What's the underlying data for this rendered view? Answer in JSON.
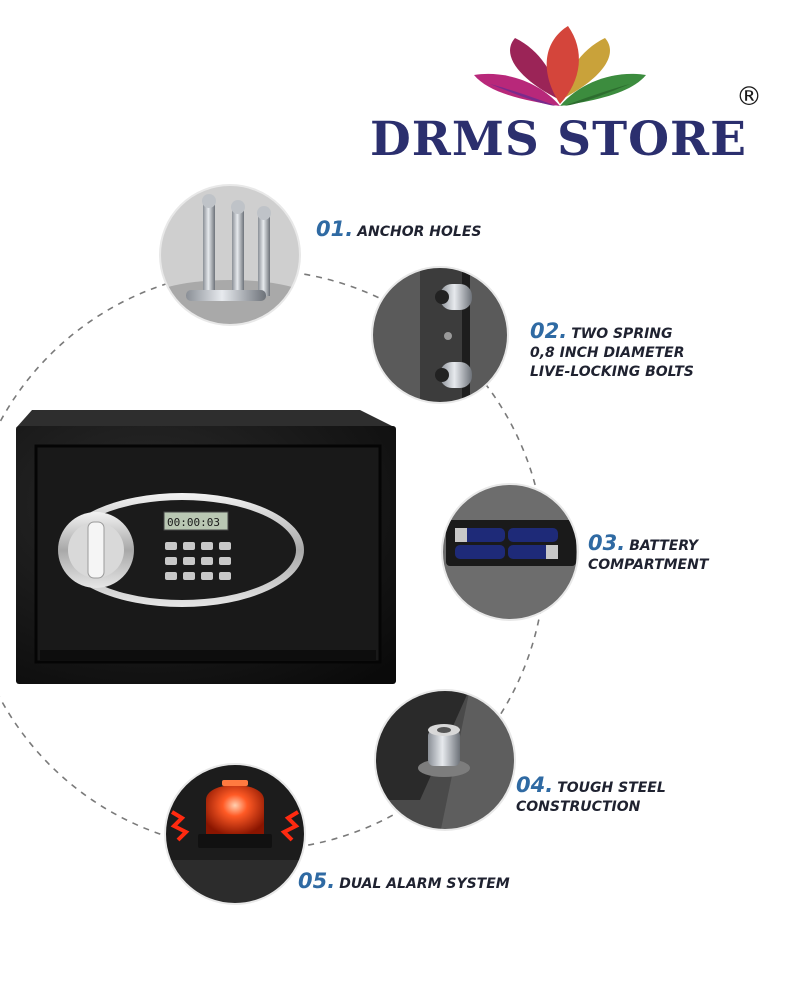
{
  "brand": {
    "name": "DRMS STORE",
    "registered_mark": "®"
  },
  "features": [
    {
      "number": "01.",
      "lines": [
        "ANCHOR HOLES"
      ]
    },
    {
      "number": "02.",
      "lines": [
        "TWO SPRING",
        "0,8 INCH DIAMETER",
        "LIVE-LOCKING BOLTS"
      ]
    },
    {
      "number": "03.",
      "lines": [
        "BATTERY",
        "COMPARTMENT"
      ]
    },
    {
      "number": "04.",
      "lines": [
        "TOUGH STEEL",
        "CONSTRUCTION"
      ]
    },
    {
      "number": "05.",
      "lines": [
        "DUAL ALARM SYSTEM"
      ]
    }
  ],
  "safe": {
    "display": "00:00:03"
  },
  "colors": {
    "brand": "#2b2f6e",
    "number": "#2f6aa3",
    "safe_body": "#141414",
    "alarm": "#ff3b1a"
  }
}
